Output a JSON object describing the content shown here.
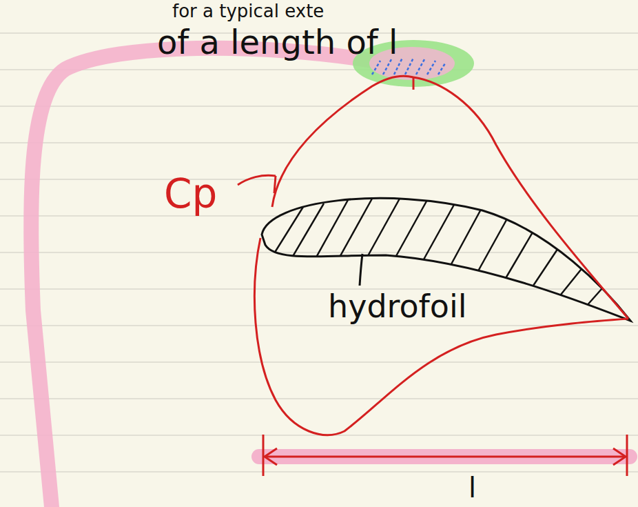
{
  "diagram": {
    "labels": [
      "for a typical exte",
      "of a length of l",
      "Cp",
      "hydrofoil",
      "l"
    ]
  }
}
